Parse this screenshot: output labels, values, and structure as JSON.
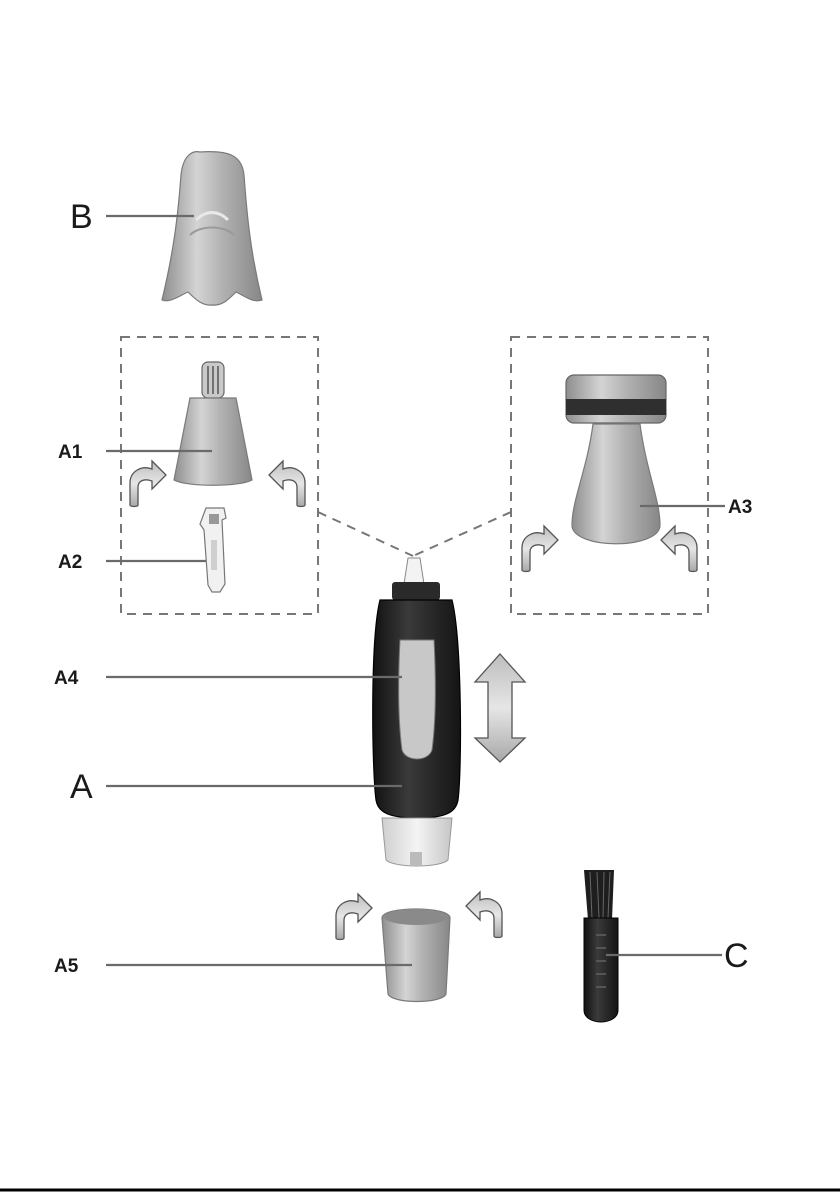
{
  "labels": {
    "B": "B",
    "A1": "A1",
    "A2": "A2",
    "A3": "A3",
    "A4": "A4",
    "A": "A",
    "A5": "A5",
    "C": "C"
  },
  "colors": {
    "silver": "#b9b9b9",
    "dark_body": "#2a2a2a",
    "translucent": "#e6e6e6",
    "leader": "#6a6a6a"
  }
}
